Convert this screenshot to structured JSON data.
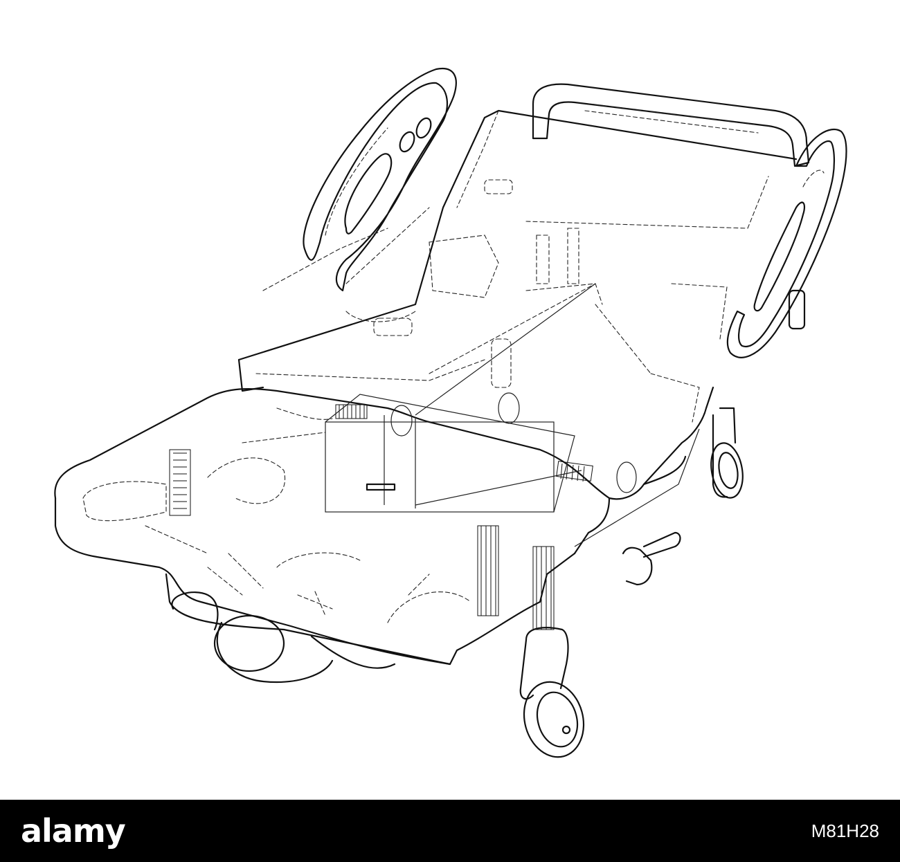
{
  "image": {
    "subject": "hospital-bed-wireframe",
    "line_color": "#111111",
    "background_color": "#ffffff"
  },
  "footer": {
    "background_color": "#000000",
    "logo_text": "alamy",
    "image_id": "M81H28"
  }
}
